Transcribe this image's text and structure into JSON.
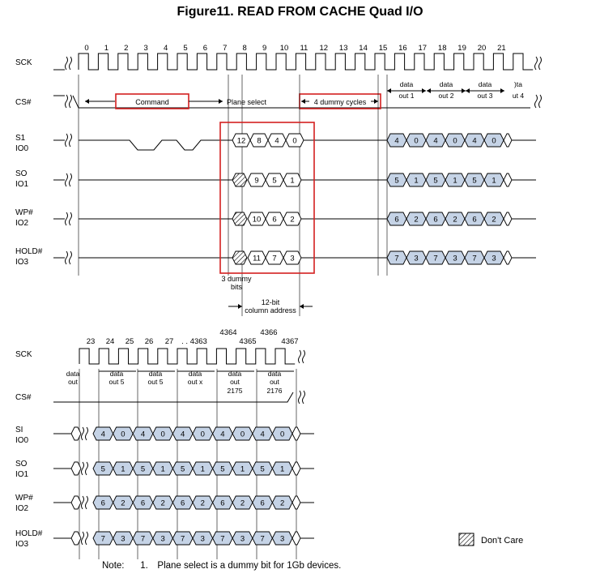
{
  "title": "Figure11. READ FROM CACHE Quad I/O",
  "top_diagram": {
    "clock_numbers": [
      "0",
      "1",
      "2",
      "3",
      "4",
      "5",
      "6",
      "7",
      "8",
      "9",
      "10",
      "11",
      "12",
      "13",
      "14",
      "15",
      "16",
      "17",
      "18",
      "19",
      "20",
      "21"
    ],
    "signals": [
      {
        "id": "sck",
        "label_lines": [
          "SCK"
        ]
      },
      {
        "id": "cs",
        "label_lines": [
          "CS#"
        ]
      },
      {
        "id": "io0",
        "label_lines": [
          "S1",
          "IO0"
        ]
      },
      {
        "id": "io1",
        "label_lines": [
          "SO",
          "IO1"
        ]
      },
      {
        "id": "io2",
        "label_lines": [
          "WP#",
          "IO2"
        ]
      },
      {
        "id": "io3",
        "label_lines": [
          "HOLD#",
          "IO3"
        ]
      }
    ],
    "annotations": {
      "command": "Command",
      "plane_select": "Plane select",
      "dummy_cycles": "4 dummy cycles",
      "dummy_bits_line1": "3 dummy",
      "dummy_bits_line2": "bits",
      "column_line1": "12-bit",
      "column_line2": "column address"
    },
    "data_out_headers": [
      {
        "l1": "data",
        "l2": "out 1"
      },
      {
        "l1": "data",
        "l2": "out 2"
      },
      {
        "l1": "data",
        "l2": "out 3"
      },
      {
        "l1": ")ta",
        "l2": "ut 4"
      }
    ],
    "address_bits": {
      "io0": [
        "12",
        "8",
        "4",
        "0"
      ],
      "io1": [
        "9",
        "5",
        "1"
      ],
      "io2": [
        "10",
        "6",
        "2"
      ],
      "io3": [
        "11",
        "7",
        "3"
      ]
    },
    "data_bits": {
      "io0": [
        "4",
        "0",
        "4",
        "0",
        "4",
        "0"
      ],
      "io1": [
        "5",
        "1",
        "5",
        "1",
        "5",
        "1"
      ],
      "io2": [
        "6",
        "2",
        "6",
        "2",
        "6",
        "2"
      ],
      "io3": [
        "7",
        "3",
        "7",
        "3",
        "7",
        "3"
      ]
    }
  },
  "bottom_diagram": {
    "clock_numbers": [
      {
        "text": "23"
      },
      {
        "text": "24"
      },
      {
        "text": "25"
      },
      {
        "text": "26"
      },
      {
        "text": "27"
      },
      {
        "text": ". . 4363"
      },
      {
        "text": "4364"
      },
      {
        "text": "4365"
      },
      {
        "text": "4366"
      },
      {
        "text": "4367"
      }
    ],
    "signals": [
      {
        "id": "sck",
        "label_lines": [
          "SCK"
        ]
      },
      {
        "id": "cs",
        "label_lines": [
          "CS#"
        ]
      },
      {
        "id": "io0",
        "label_lines": [
          "SI",
          "IO0"
        ]
      },
      {
        "id": "io1",
        "label_lines": [
          "SO",
          "IO1"
        ]
      },
      {
        "id": "io2",
        "label_lines": [
          "WP#",
          "IO2"
        ]
      },
      {
        "id": "io3",
        "label_lines": [
          "HOLD#",
          "IO3"
        ]
      }
    ],
    "data_out_headers": [
      {
        "l1": "data",
        "l2": "out",
        "l3": ""
      },
      {
        "l1": "data",
        "l2": "out 5",
        "l3": ""
      },
      {
        "l1": "data",
        "l2": "out 5",
        "l3": ""
      },
      {
        "l1": "data",
        "l2": "out x",
        "l3": ""
      },
      {
        "l1": "data",
        "l2": "out",
        "l3": "2175"
      },
      {
        "l1": "data",
        "l2": "out",
        "l3": "2176"
      }
    ],
    "data_bits": {
      "io0": [
        "4",
        "0",
        "4",
        "0",
        "4",
        "0",
        "4",
        "0",
        "4",
        "0"
      ],
      "io1": [
        "5",
        "1",
        "5",
        "1",
        "5",
        "1",
        "5",
        "1",
        "5",
        "1"
      ],
      "io2": [
        "6",
        "2",
        "6",
        "2",
        "6",
        "2",
        "6",
        "2",
        "6",
        "2"
      ],
      "io3": [
        "7",
        "3",
        "7",
        "3",
        "7",
        "3",
        "7",
        "3",
        "7",
        "3"
      ]
    }
  },
  "legend": {
    "label": "Don't Care",
    "icon": "hatched-box-icon"
  },
  "note": {
    "prefix": "Note:",
    "number": "1.",
    "text": "Plane select is a dummy bit for 1Gb devices."
  }
}
